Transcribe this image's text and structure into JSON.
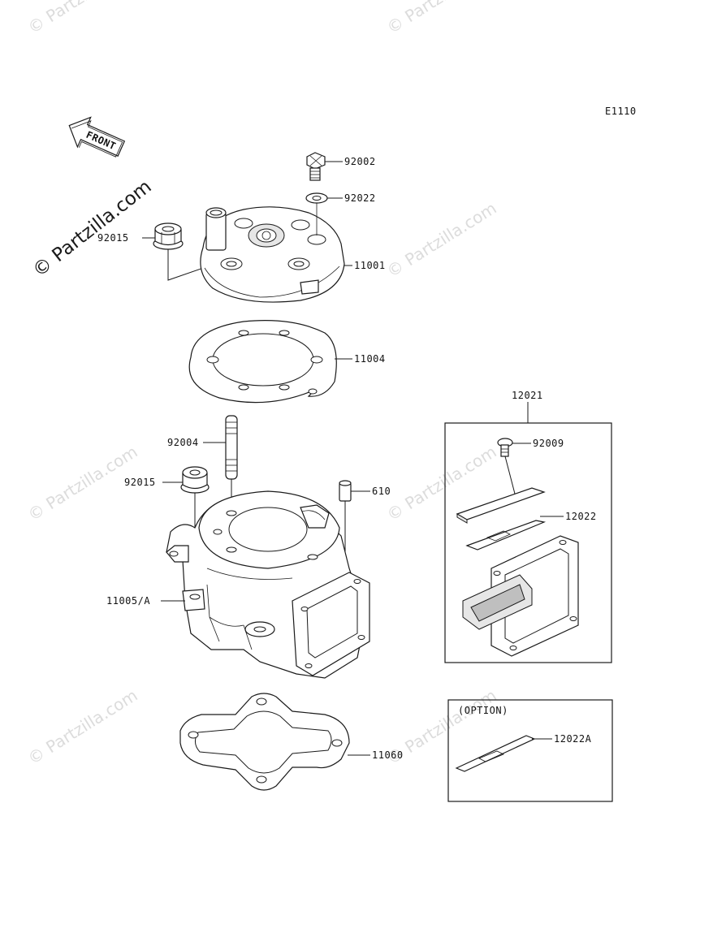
{
  "diagram_code": "E1110",
  "front_label": "FRONT",
  "option_label": "(OPTION)",
  "watermark": {
    "text": "© Partzilla.com",
    "prominent_text": "© Partzilla.com"
  },
  "parts": {
    "p92002": "92002",
    "p92022": "92022",
    "p92015_top": "92015",
    "p11001": "11001",
    "p11004": "11004",
    "p12021": "12021",
    "p92009": "92009",
    "p92004": "92004",
    "p92015_mid": "92015",
    "p610": "610",
    "p12022": "12022",
    "p11005A": "11005/A",
    "p11060": "11060",
    "p12022A": "12022A"
  }
}
